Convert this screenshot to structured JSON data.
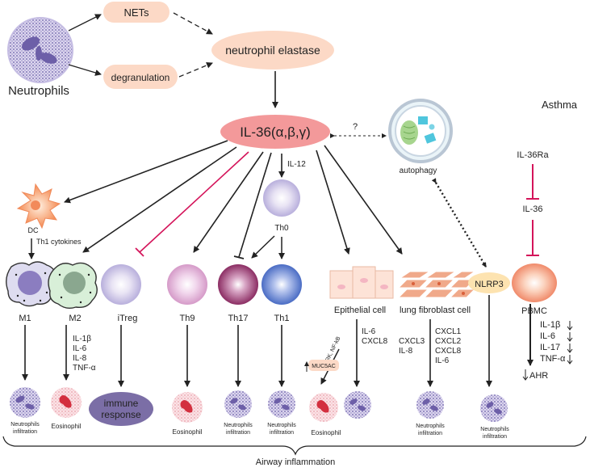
{
  "neutrophils": "Neutrophils",
  "nets": "NETs",
  "degranulation": "degranulation",
  "elastase": "neutrophil elastase",
  "asthma": "Asthma",
  "il36": "IL-36(α,β,γ)",
  "question": "?",
  "autophagy": "autophagy",
  "il36ra": "IL-36Ra",
  "il36_small": "IL-36",
  "il12": "IL-12",
  "dc": "DC",
  "th1_cytokines": "Th1 cytokines",
  "th0": "Th0",
  "cells": {
    "m1": "M1",
    "m2": "M2",
    "itreg": "iTreg",
    "th9": "Th9",
    "th17": "Th17",
    "th1": "Th1",
    "epithelial": "Epithelial cell",
    "fibroblast": "lung fibroblast cell",
    "nlrp3": "NLRP3",
    "pbmc": "PBMC"
  },
  "m2_cytokines": [
    "IL-1β",
    "IL-6",
    "IL-8",
    "TNF-α"
  ],
  "epi_cytokines": [
    "IL-6",
    "CXCL8"
  ],
  "erk_nfkb": "ERK, NF-kB",
  "muc5ac": "MUC5AC",
  "fib_cytokines_left": [
    "CXCL3",
    "IL-8"
  ],
  "fib_cytokines_right": [
    "CXCL1",
    "CXCL2",
    "CXCL8",
    "IL-6"
  ],
  "pbmc_cytokines": [
    "IL-1β",
    "IL-6",
    "IL-17",
    "TNF-α"
  ],
  "ahr": "AHR",
  "bottom": {
    "neut_infiltration": [
      "Neutrophils",
      "infiltration"
    ],
    "eosinophil": "Eosinophil",
    "immune_response": [
      "immune",
      "response"
    ]
  },
  "airway": "Airway inflammation"
}
